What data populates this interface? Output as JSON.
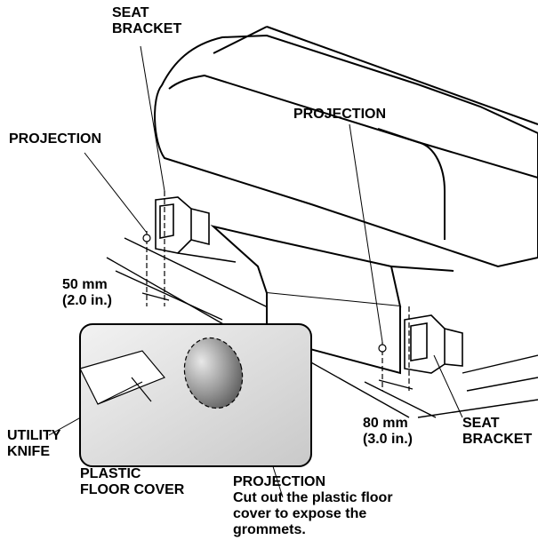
{
  "labels": {
    "seat_bracket_top": [
      "SEAT",
      "BRACKET"
    ],
    "projection_left": "PROJECTION",
    "projection_right": "PROJECTION",
    "dim_left": [
      "50 mm",
      "(2.0 in.)"
    ],
    "dim_right": [
      "80 mm",
      "(3.0 in.)"
    ],
    "seat_bracket_bottom": [
      "SEAT",
      "BRACKET"
    ],
    "utility_knife": [
      "UTILITY",
      "KNIFE"
    ],
    "plastic_floor_cover": [
      "PLASTIC",
      "FLOOR COVER"
    ],
    "projection_note": [
      "PROJECTION",
      "Cut out the plastic floor",
      "cover to expose the",
      "grommets."
    ]
  },
  "colors": {
    "line": "#000000",
    "inset_bg": "#d8d8d8",
    "projection_fill": "#9a9a9a"
  },
  "icons": [
    "utility-knife-icon",
    "projection-cutout-icon"
  ]
}
